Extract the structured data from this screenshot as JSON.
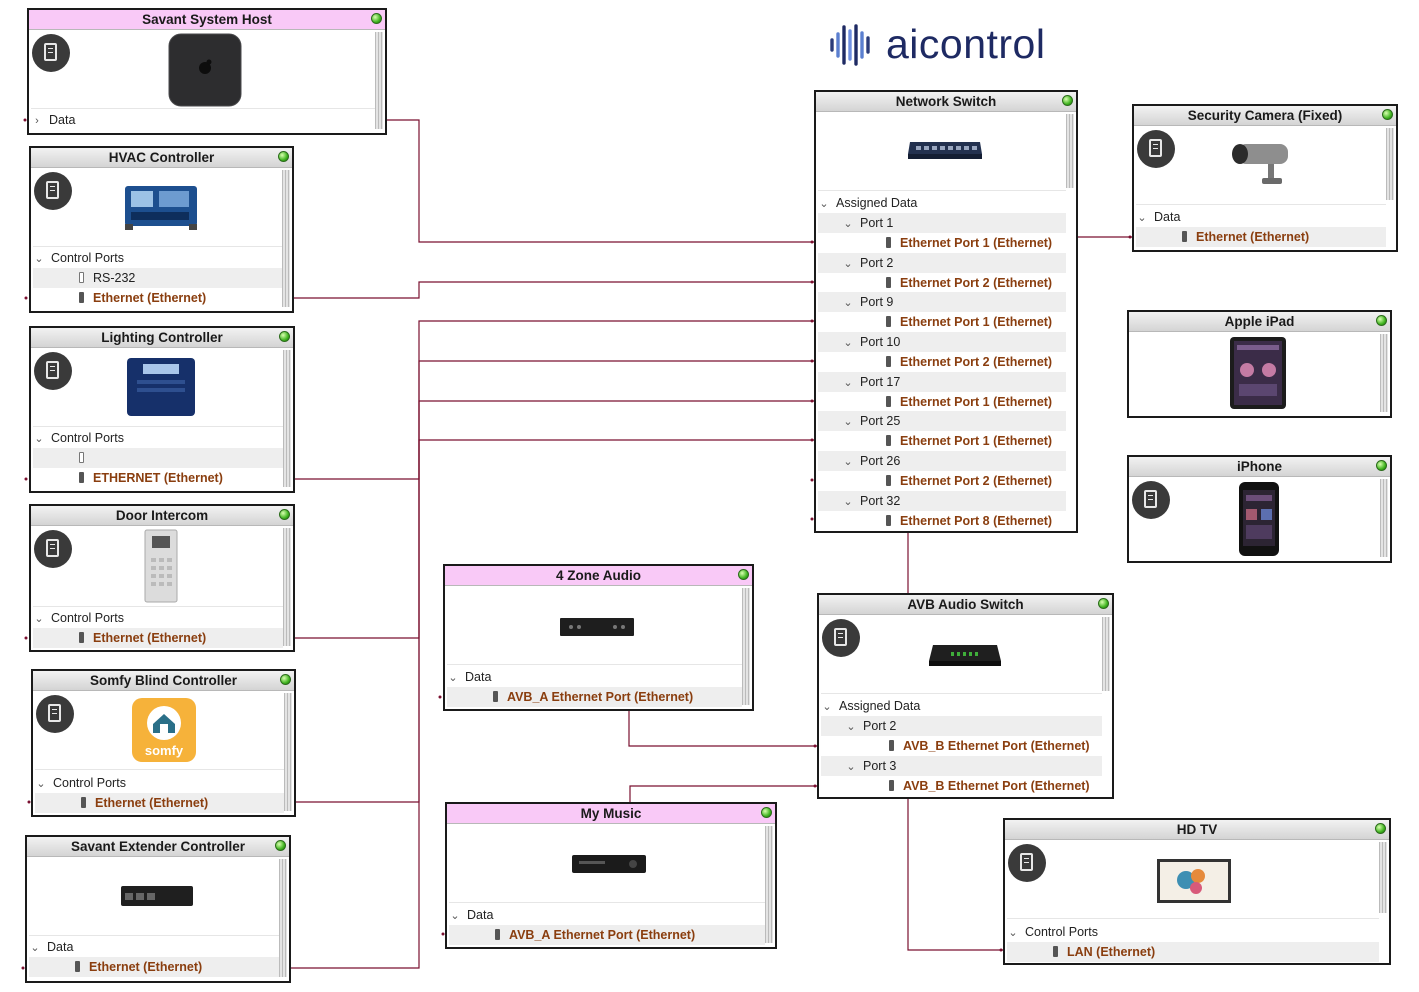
{
  "logo": {
    "text": "aicontrol"
  },
  "nodes": {
    "savant_host": {
      "title": "Savant System Host",
      "rows": [
        "Data"
      ]
    },
    "hvac": {
      "title": "HVAC Controller",
      "rows": [
        "Control Ports",
        "RS-232",
        "Ethernet (Ethernet)"
      ]
    },
    "lighting": {
      "title": "Lighting Controller",
      "rows": [
        "Control Ports",
        "",
        "ETHERNET (Ethernet)"
      ]
    },
    "intercom": {
      "title": "Door Intercom",
      "rows": [
        "Control Ports",
        "Ethernet (Ethernet)"
      ]
    },
    "somfy": {
      "title": "Somfy Blind Controller",
      "rows": [
        "Control Ports",
        "Ethernet (Ethernet)"
      ],
      "logo_text": "somfy"
    },
    "extender": {
      "title": "Savant Extender Controller",
      "rows": [
        "Data",
        "Ethernet (Ethernet)"
      ]
    },
    "zone_audio": {
      "title": "4 Zone Audio",
      "rows": [
        "Data",
        "AVB_A Ethernet Port (Ethernet)"
      ]
    },
    "my_music": {
      "title": "My Music",
      "rows": [
        "Data",
        "AVB_A Ethernet Port (Ethernet)"
      ]
    },
    "network_switch": {
      "title": "Network Switch",
      "rows": [
        "Assigned Data",
        "Port 1",
        "Ethernet Port 1 (Ethernet)",
        "Port 2",
        "Ethernet Port 2 (Ethernet)",
        "Port 9",
        "Ethernet Port 1 (Ethernet)",
        "Port 10",
        "Ethernet Port 2 (Ethernet)",
        "Port 17",
        "Ethernet Port 1 (Ethernet)",
        "Port 25",
        "Ethernet Port 1 (Ethernet)",
        "Port 26",
        "Ethernet Port 2 (Ethernet)",
        "Port 32",
        "Ethernet Port 8 (Ethernet)"
      ]
    },
    "avb_switch": {
      "title": "AVB Audio Switch",
      "rows": [
        "Assigned Data",
        "Port 2",
        "AVB_B Ethernet Port (Ethernet)",
        "Port 3",
        "AVB_B Ethernet Port (Ethernet)"
      ]
    },
    "camera": {
      "title": "Security Camera (Fixed)",
      "rows": [
        "Data",
        "Ethernet (Ethernet)"
      ]
    },
    "ipad": {
      "title": "Apple iPad",
      "rows": []
    },
    "iphone": {
      "title": "iPhone",
      "rows": []
    },
    "hdtv": {
      "title": "HD TV",
      "rows": [
        "Control Ports",
        "LAN (Ethernet)"
      ]
    }
  },
  "colors": {
    "wire": "#7a1030",
    "header": "#d9d9d9",
    "header_pink": "#f9c9f7",
    "port_text": "#8a3e0f",
    "status_led": "#3fb41f",
    "logo": "#1e2a63"
  }
}
